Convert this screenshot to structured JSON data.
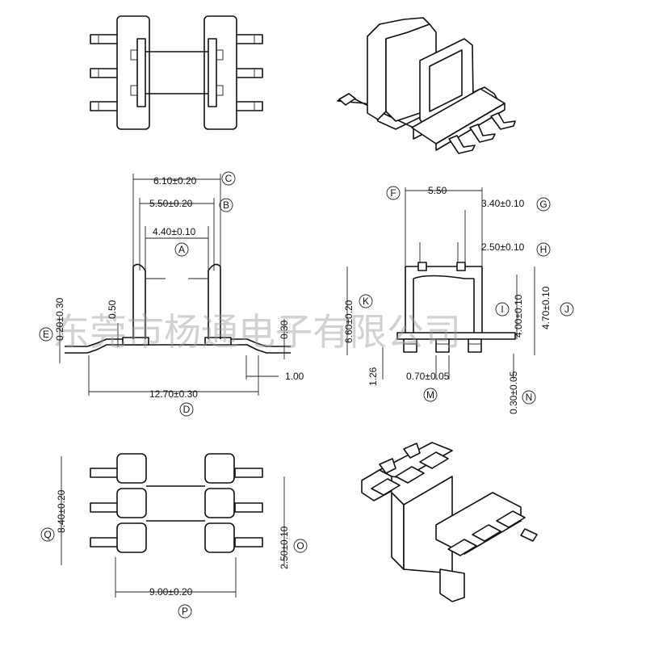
{
  "watermark": "东莞市杨通电子有限公司",
  "dimensions": {
    "A": "4.40±0.10",
    "B": "5.50±0.20",
    "C": "6.10±0.20",
    "D": "12.70±0.30",
    "E": "0.20±0.30",
    "F": "5.50",
    "G": "3.40±0.10",
    "H": "2.50±0.10",
    "I": "4.00±0.10",
    "J": "4.70±0.10",
    "K": "6.60±0.20",
    "M": "0.70±0.05",
    "N": "0.30±0.05",
    "O": "2.50±0.10",
    "P": "9.00±0.20",
    "Q": "8.40±0.20",
    "side_050": "0.50",
    "side_030": "0.30",
    "side_100": "1.00",
    "front_126": "1.26"
  },
  "labels": {
    "A": "A",
    "B": "B",
    "C": "C",
    "D": "D",
    "E": "E",
    "F": "F",
    "G": "G",
    "H": "H",
    "I": "I",
    "J": "J",
    "K": "K",
    "M": "M",
    "N": "N",
    "O": "O",
    "P": "P",
    "Q": "Q"
  }
}
